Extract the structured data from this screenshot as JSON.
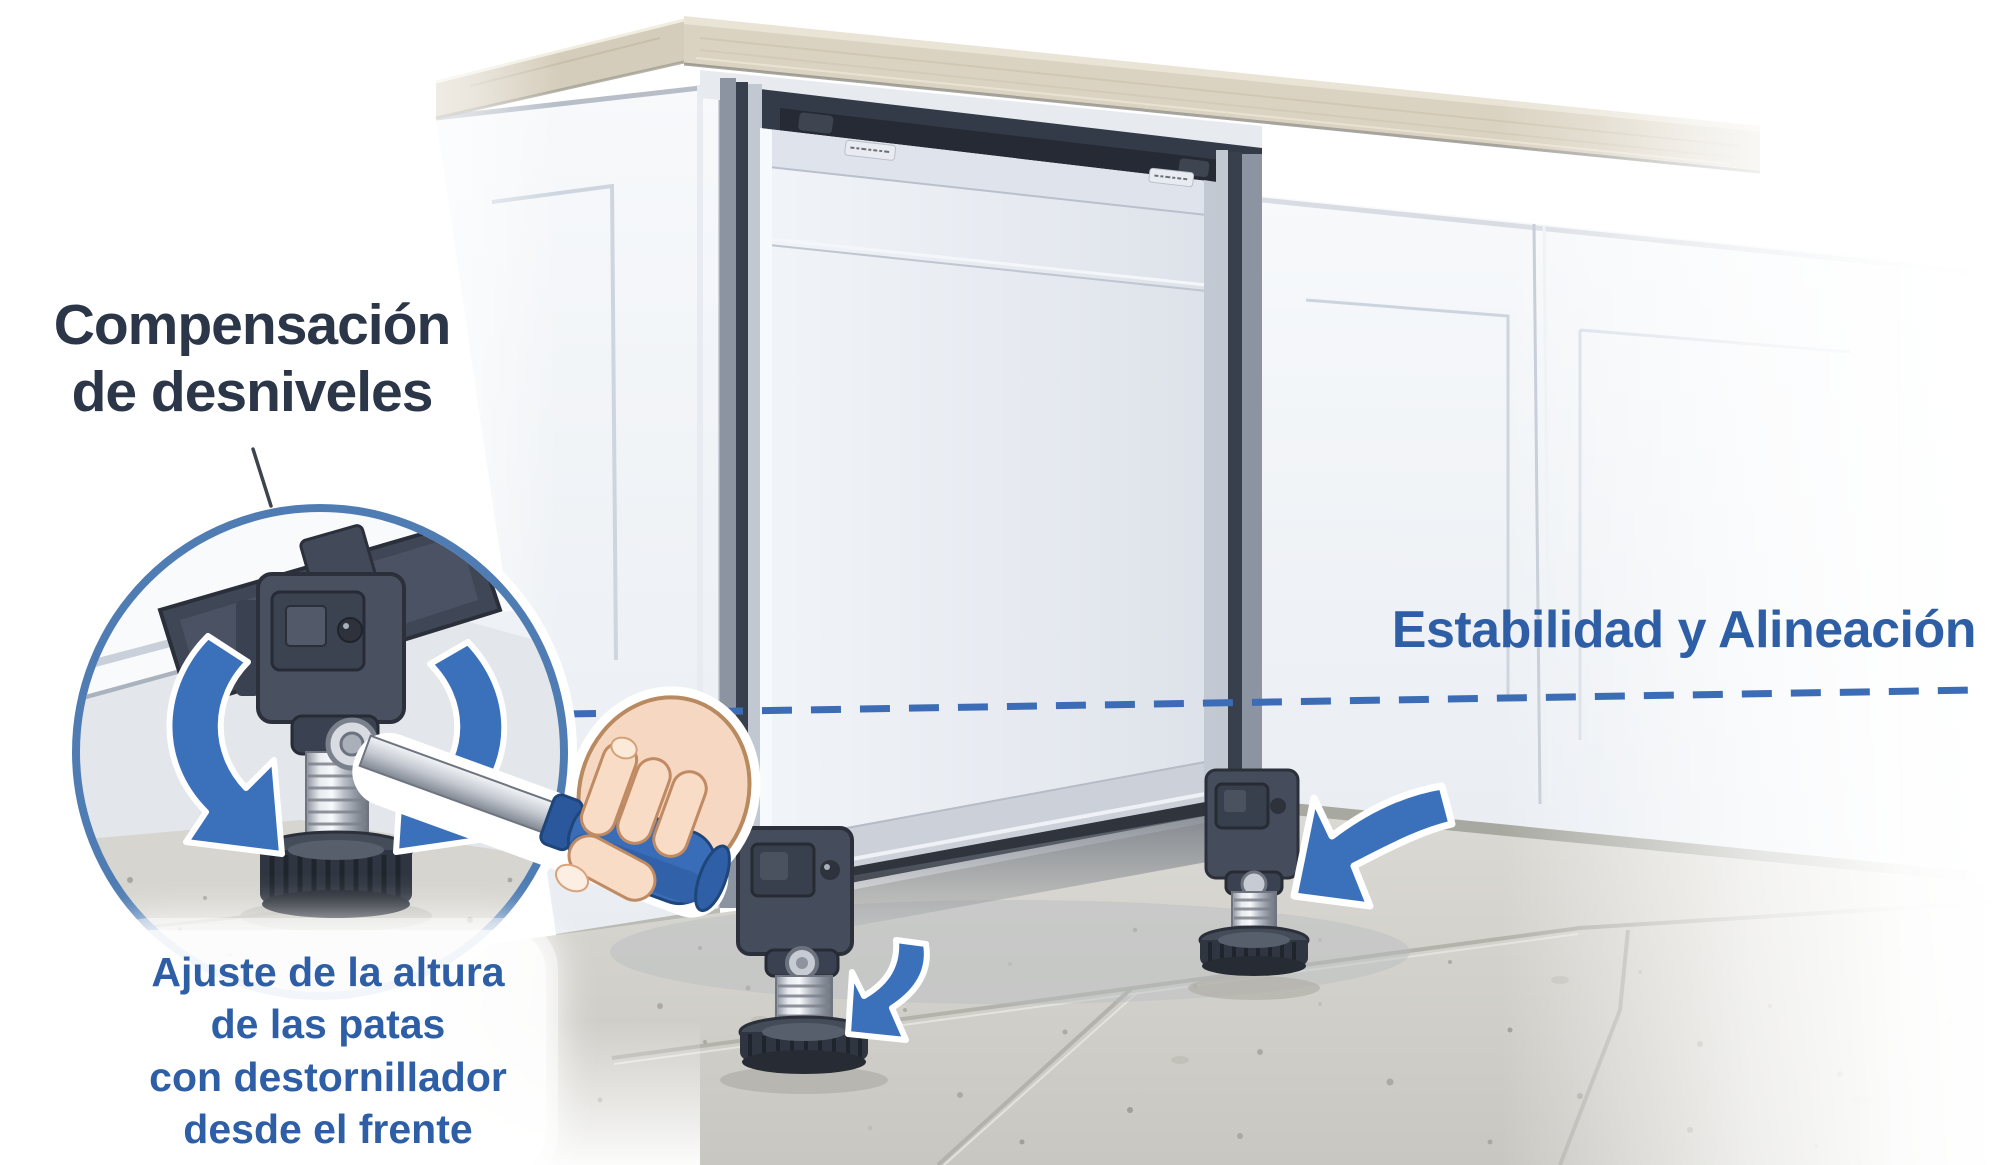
{
  "labels": {
    "compensation": {
      "line1": "Compensación",
      "line2": "de desniveles"
    },
    "stability": {
      "text": "Estabilidad y Alineación"
    },
    "adjustment": {
      "lines": [
        "Ajuste de la altura",
        "de las patas",
        "con destornillador",
        "desde el frente"
      ]
    }
  },
  "colors": {
    "heading_dark": "#2b3648",
    "label_blue": "#2e5fa6",
    "arrow_blue": "#3b71bb",
    "dash_blue": "#3c6cb5",
    "ring_blue": "#4e7cb3",
    "screwdriver_blue": "#3a6db8",
    "countertop_wood": "#dbd3c2",
    "cabinet_white": "#fbfcfd",
    "appliance_gray": "#e7ebf1",
    "hardware_dark": "#3c4350",
    "floor_concrete": "#d4d3cd"
  },
  "icons": {
    "magnifier_circle": "zoom-detail-circle",
    "rotation_arrows": "curved-rotation-arrows",
    "direction_arrow_large": "curved-arrow-down-left",
    "direction_arrow_small": "curved-arrow-down-left",
    "alignment_line": "dashed-horizontal-line",
    "screwdriver": "screwdriver",
    "hand": "hand-gripping-handle",
    "leveling_foot": "adjustable-leveling-foot"
  }
}
